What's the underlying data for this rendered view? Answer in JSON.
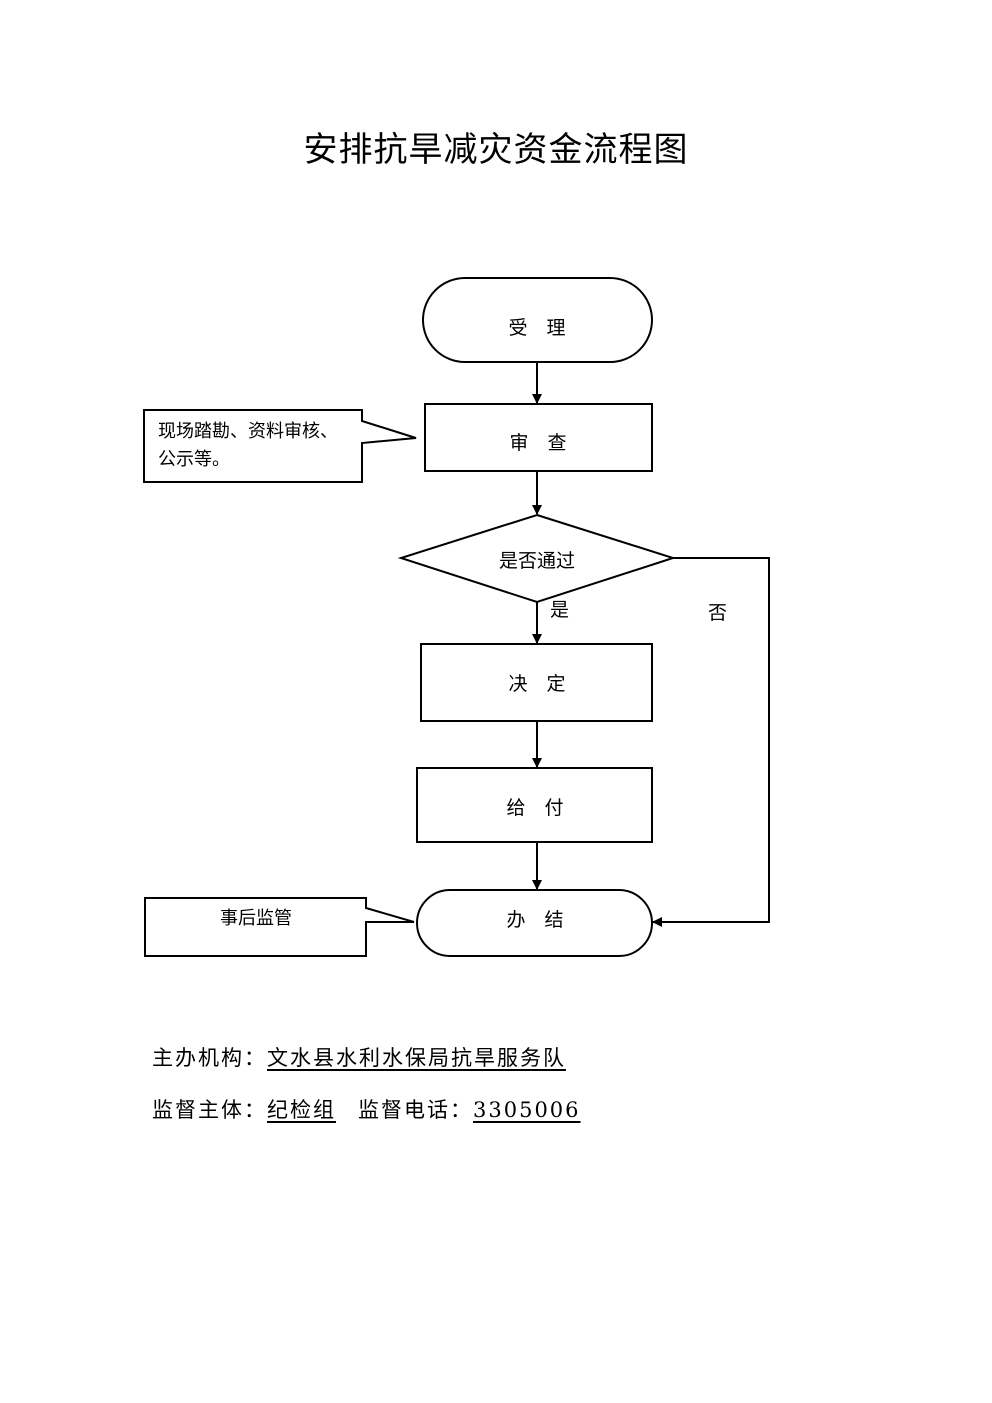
{
  "title": "安排抗旱减灾资金流程图",
  "nodes": {
    "accept": "受　理",
    "review": "审　查",
    "decision_q": "是否通过",
    "decide": "决　定",
    "pay": "给　付",
    "finish": "办　结"
  },
  "branches": {
    "yes": "是",
    "no": "否"
  },
  "notes": {
    "review_note_line1": "现场踏勘、资料审核、",
    "review_note_line2": "公示等。",
    "finish_note": "事后监管"
  },
  "footer": {
    "org_label": "主办机构：",
    "org_value": "文水县水利水保局抗旱服务队",
    "supervisor_label": "监督主体：",
    "supervisor_value": "纪检组",
    "phone_label": "监督电话：",
    "phone_value": "3305006"
  }
}
